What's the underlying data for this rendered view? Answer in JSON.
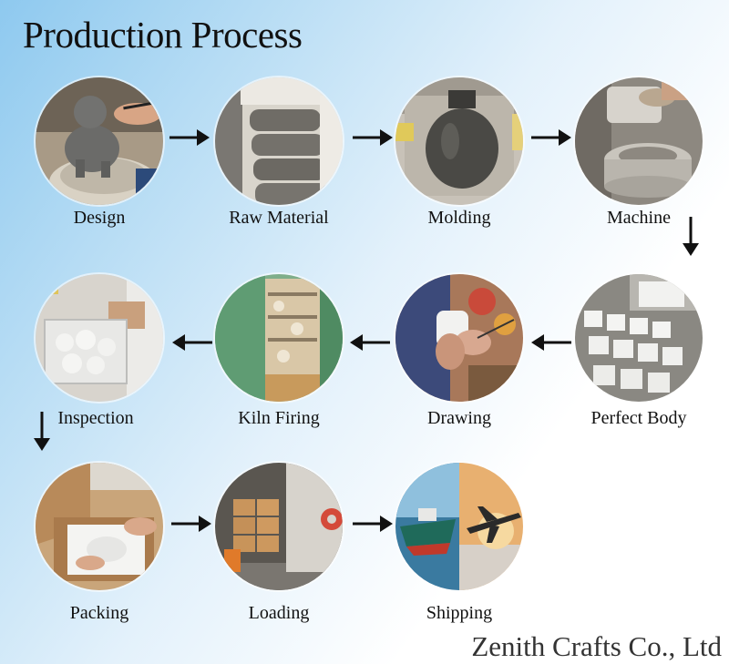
{
  "title": "Production Process",
  "steps": [
    {
      "label": "Design",
      "image": "sculpting-clay-elephant-photo"
    },
    {
      "label": "Raw Material",
      "image": "clay-blocks-photo"
    },
    {
      "label": "Molding",
      "image": "plaster-mold-jar-photo"
    },
    {
      "label": "Machine",
      "image": "ceramic-machine-photo"
    },
    {
      "label": "Perfect Body",
      "image": "white-ceramic-bodies-photo"
    },
    {
      "label": "Drawing",
      "image": "hand-painting-photo"
    },
    {
      "label": "Kiln Firing",
      "image": "kiln-cart-photo"
    },
    {
      "label": "Inspection",
      "image": "inspection-crate-photo"
    },
    {
      "label": "Packing",
      "image": "packing-box-photo"
    },
    {
      "label": "Loading",
      "image": "container-loading-photo"
    },
    {
      "label": "Shipping",
      "image": "ship-and-plane-photo"
    }
  ],
  "company": "Zenith Crafts Co., Ltd",
  "colors": {
    "arrow": "#111111",
    "text": "#111111",
    "company": "#333333"
  }
}
